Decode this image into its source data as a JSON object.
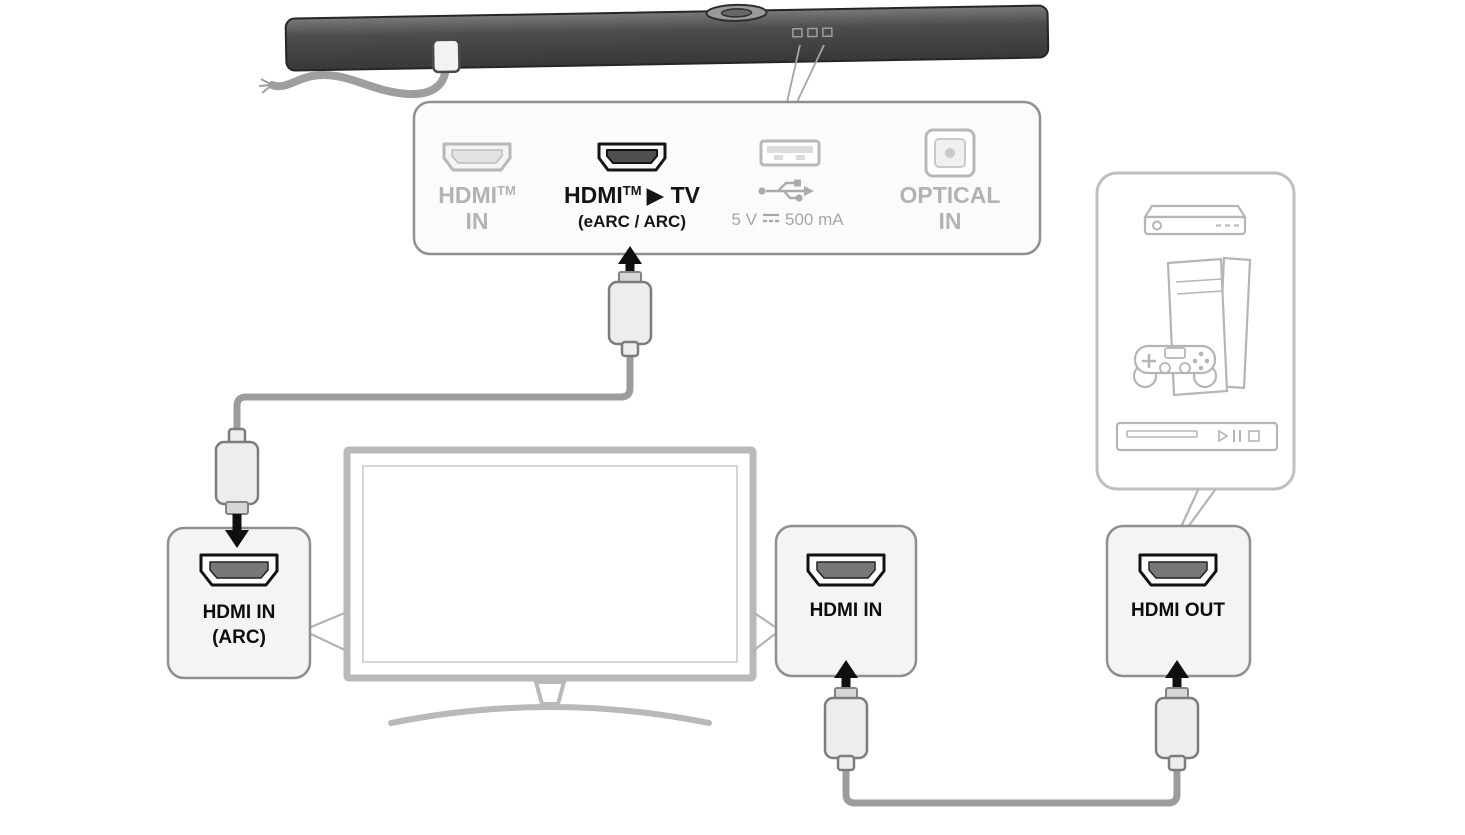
{
  "colors": {
    "soundbar_dark": "#4a4a4a",
    "panel_border": "#909090",
    "inactive_gray": "#b3b3b3",
    "active_black": "#111111",
    "cable_gray": "#9c9c9c",
    "box_fill": "#f4f4f4",
    "device_outline": "#b5b5b5"
  },
  "panel": {
    "hdmi_in": {
      "brand": "HDMI",
      "tm": "TM",
      "line2": "IN"
    },
    "hdmi_tv": {
      "brand": "HDMI",
      "tm": "TM",
      "rest": "▶ TV",
      "sub": "(eARC / ARC)"
    },
    "usb": {
      "volts": "5 V",
      "current": "500 mA"
    },
    "optical": {
      "line1": "OPTICAL",
      "line2": "IN"
    }
  },
  "tv_boxes": {
    "arc": {
      "line1": "HDMI IN",
      "line2": "(ARC)"
    },
    "hdmi_in": {
      "label": "HDMI IN"
    }
  },
  "device_box": {
    "hdmi_out": {
      "label": "HDMI OUT"
    }
  }
}
